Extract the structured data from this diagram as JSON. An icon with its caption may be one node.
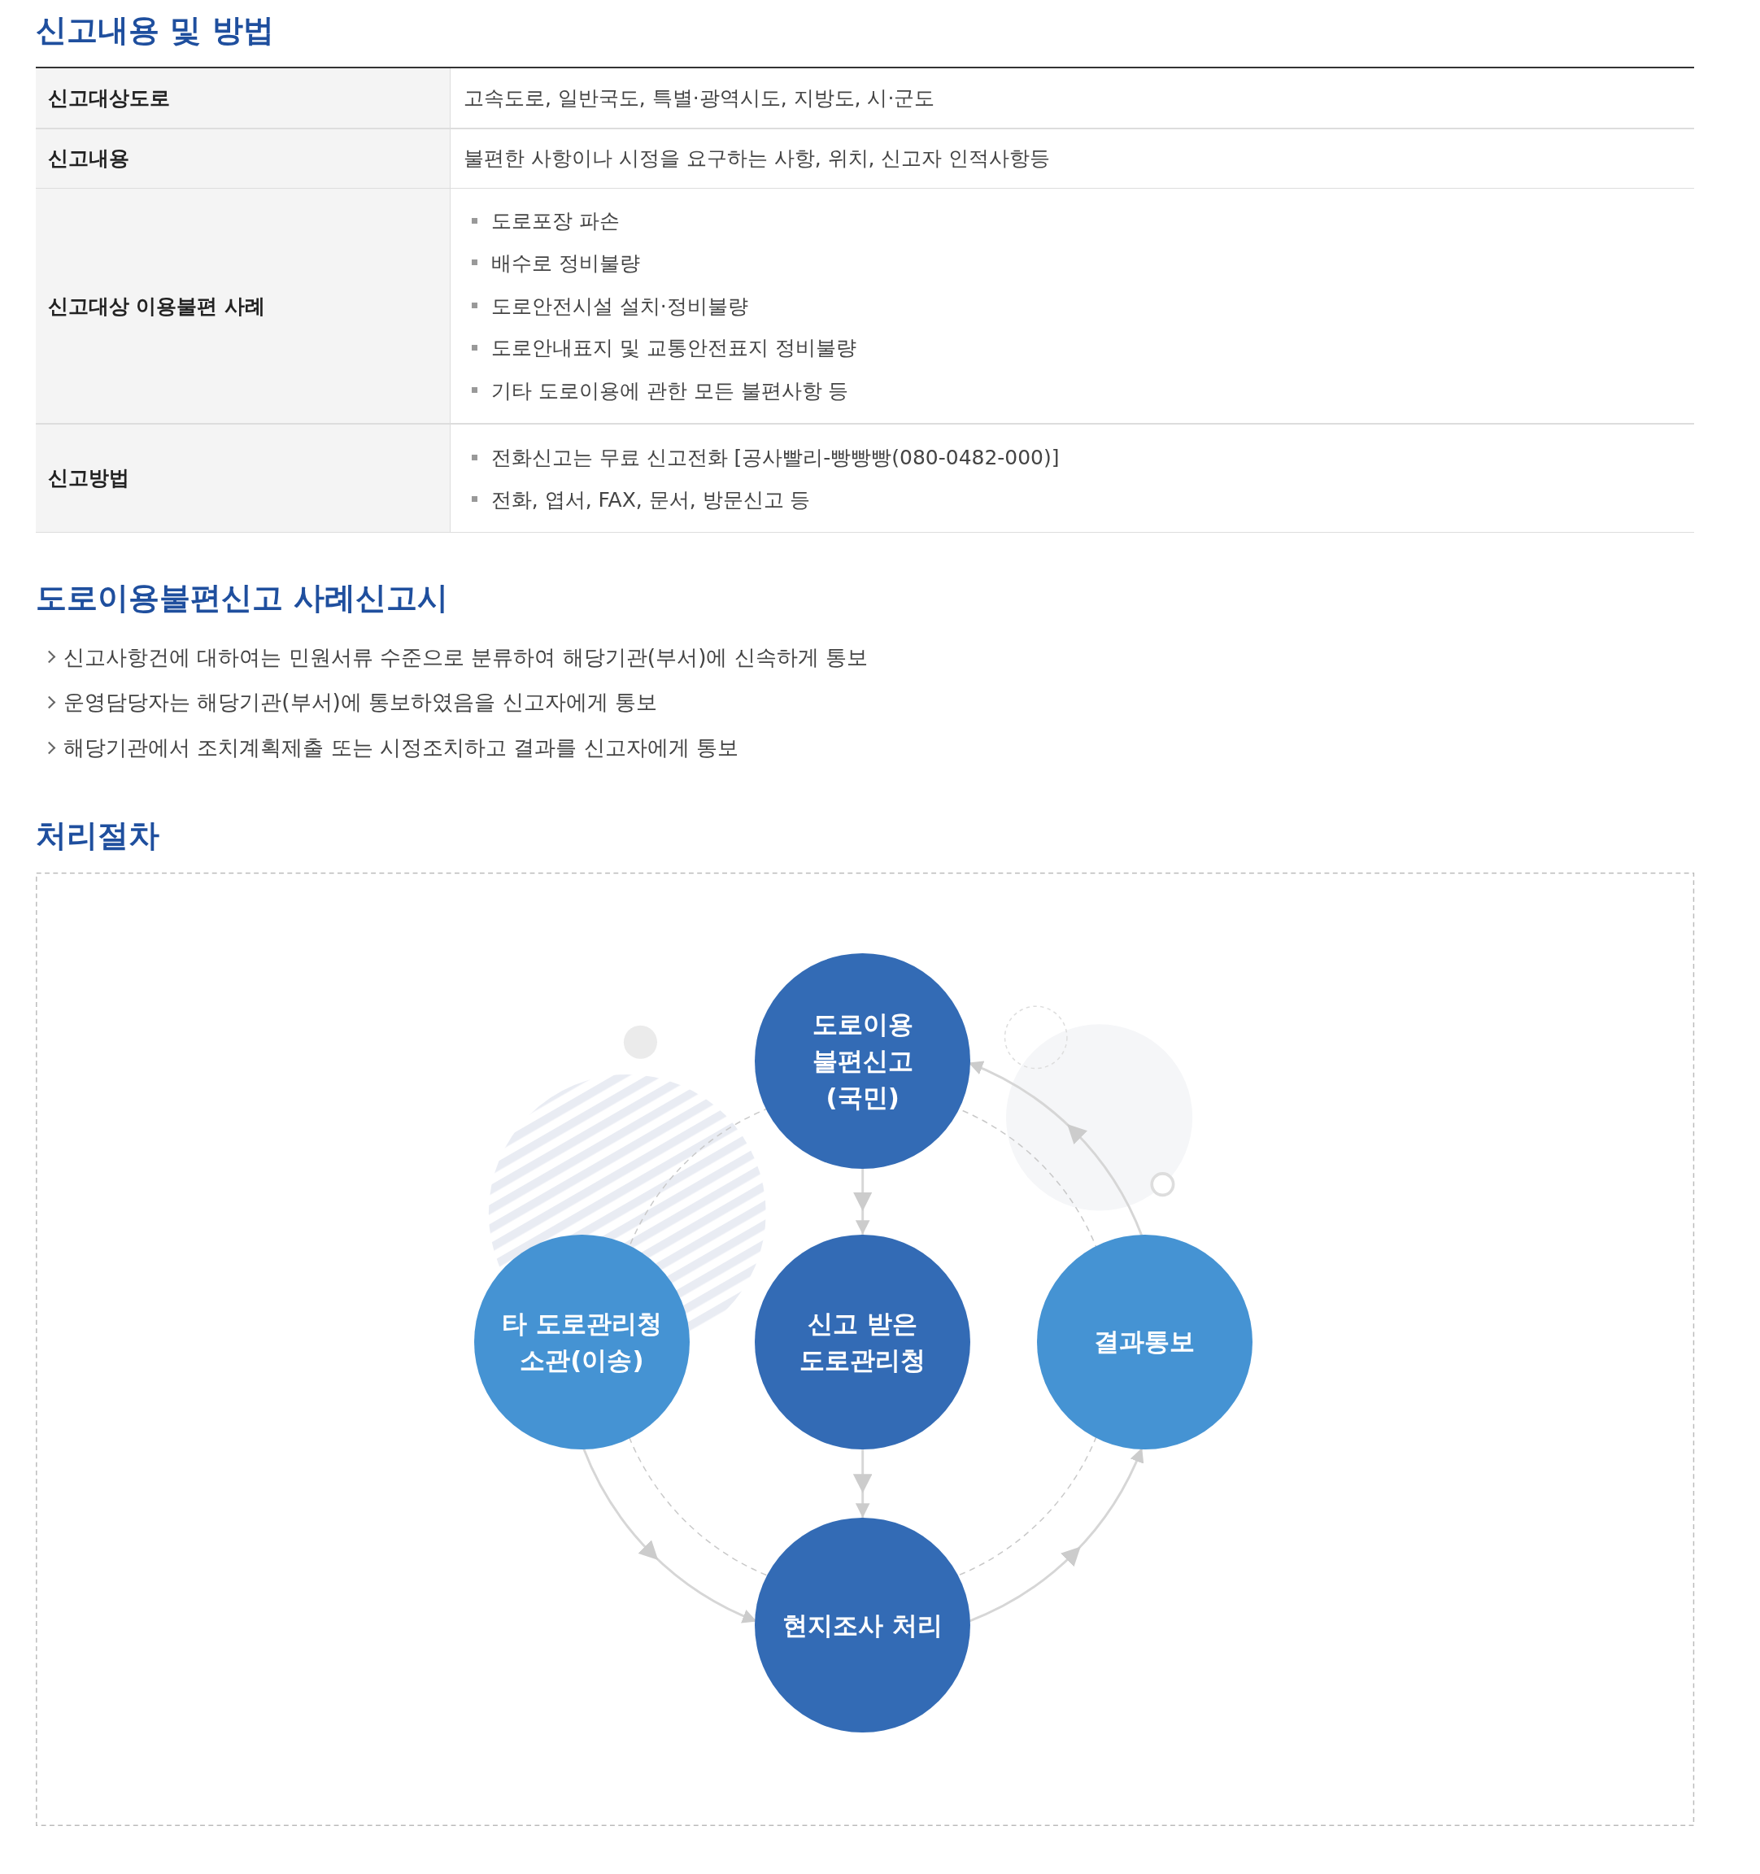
{
  "diagram": {
    "nodes": [
      {
        "text": [
          "도로이용 불편신고 (국민)"
        ]
      },
      {
        "text": [
          "타 도로관리청 소관(이송)"
        ]
      },
      {
        "text": [
          "신고 받은 도로관리청"
        ]
      },
      {
        "text": [
          "결과통보"
        ]
      },
      {
        "text": [
          "현지조사 처리"
        ]
      }
    ],
    "edges": [
      {
        "from": 0,
        "to": 2,
        "arrow": "to"
      },
      {
        "from": 2,
        "to": 4,
        "arrow": "to"
      },
      {
        "from": 1,
        "to": 4,
        "arrow": "to"
      },
      {
        "from": 4,
        "to": 3,
        "arrow": "to"
      },
      {
        "from": 3,
        "to": 0,
        "arrow": "to"
      }
    ],
    "labels": [
      "신고내용 및 방법",
      "신고대상도로",
      "고속도로, 일반국도, 특별·광역시도, 지방도, 시·군도",
      "신고내용",
      "불편한 사항이나 시정을 요구하는 사항, 위치, 신고자 인적사항등",
      "신고대상 이용불편 사례",
      "도로포장 파손",
      "배수로 정비불량",
      "도로안전시설 설치·정비불량",
      "도로안내표지 및 교통안전표지 정비불량",
      "기타 도로이용에 관한 모든 불편사항 등",
      "신고방법",
      "전화신고는 무료 신고전화 [공사빨리-빵빵빵(080-0482-000)]",
      "전화, 엽서, FAX, 문서, 방문신고 등",
      "도로이용불편신고 사례신고시",
      "신고사항건에 대하여는 민원서류 수준으로 분류하여 해당기관(부서)에 신속하게 통보",
      "운영담당자는 해당기관(부서)에 통보하였음을 신고자에게 통보",
      "해당기관에서 조치계획제출 또는 시정조치하고 결과를 신고자에게 통보",
      "처리절차"
    ]
  }
}
